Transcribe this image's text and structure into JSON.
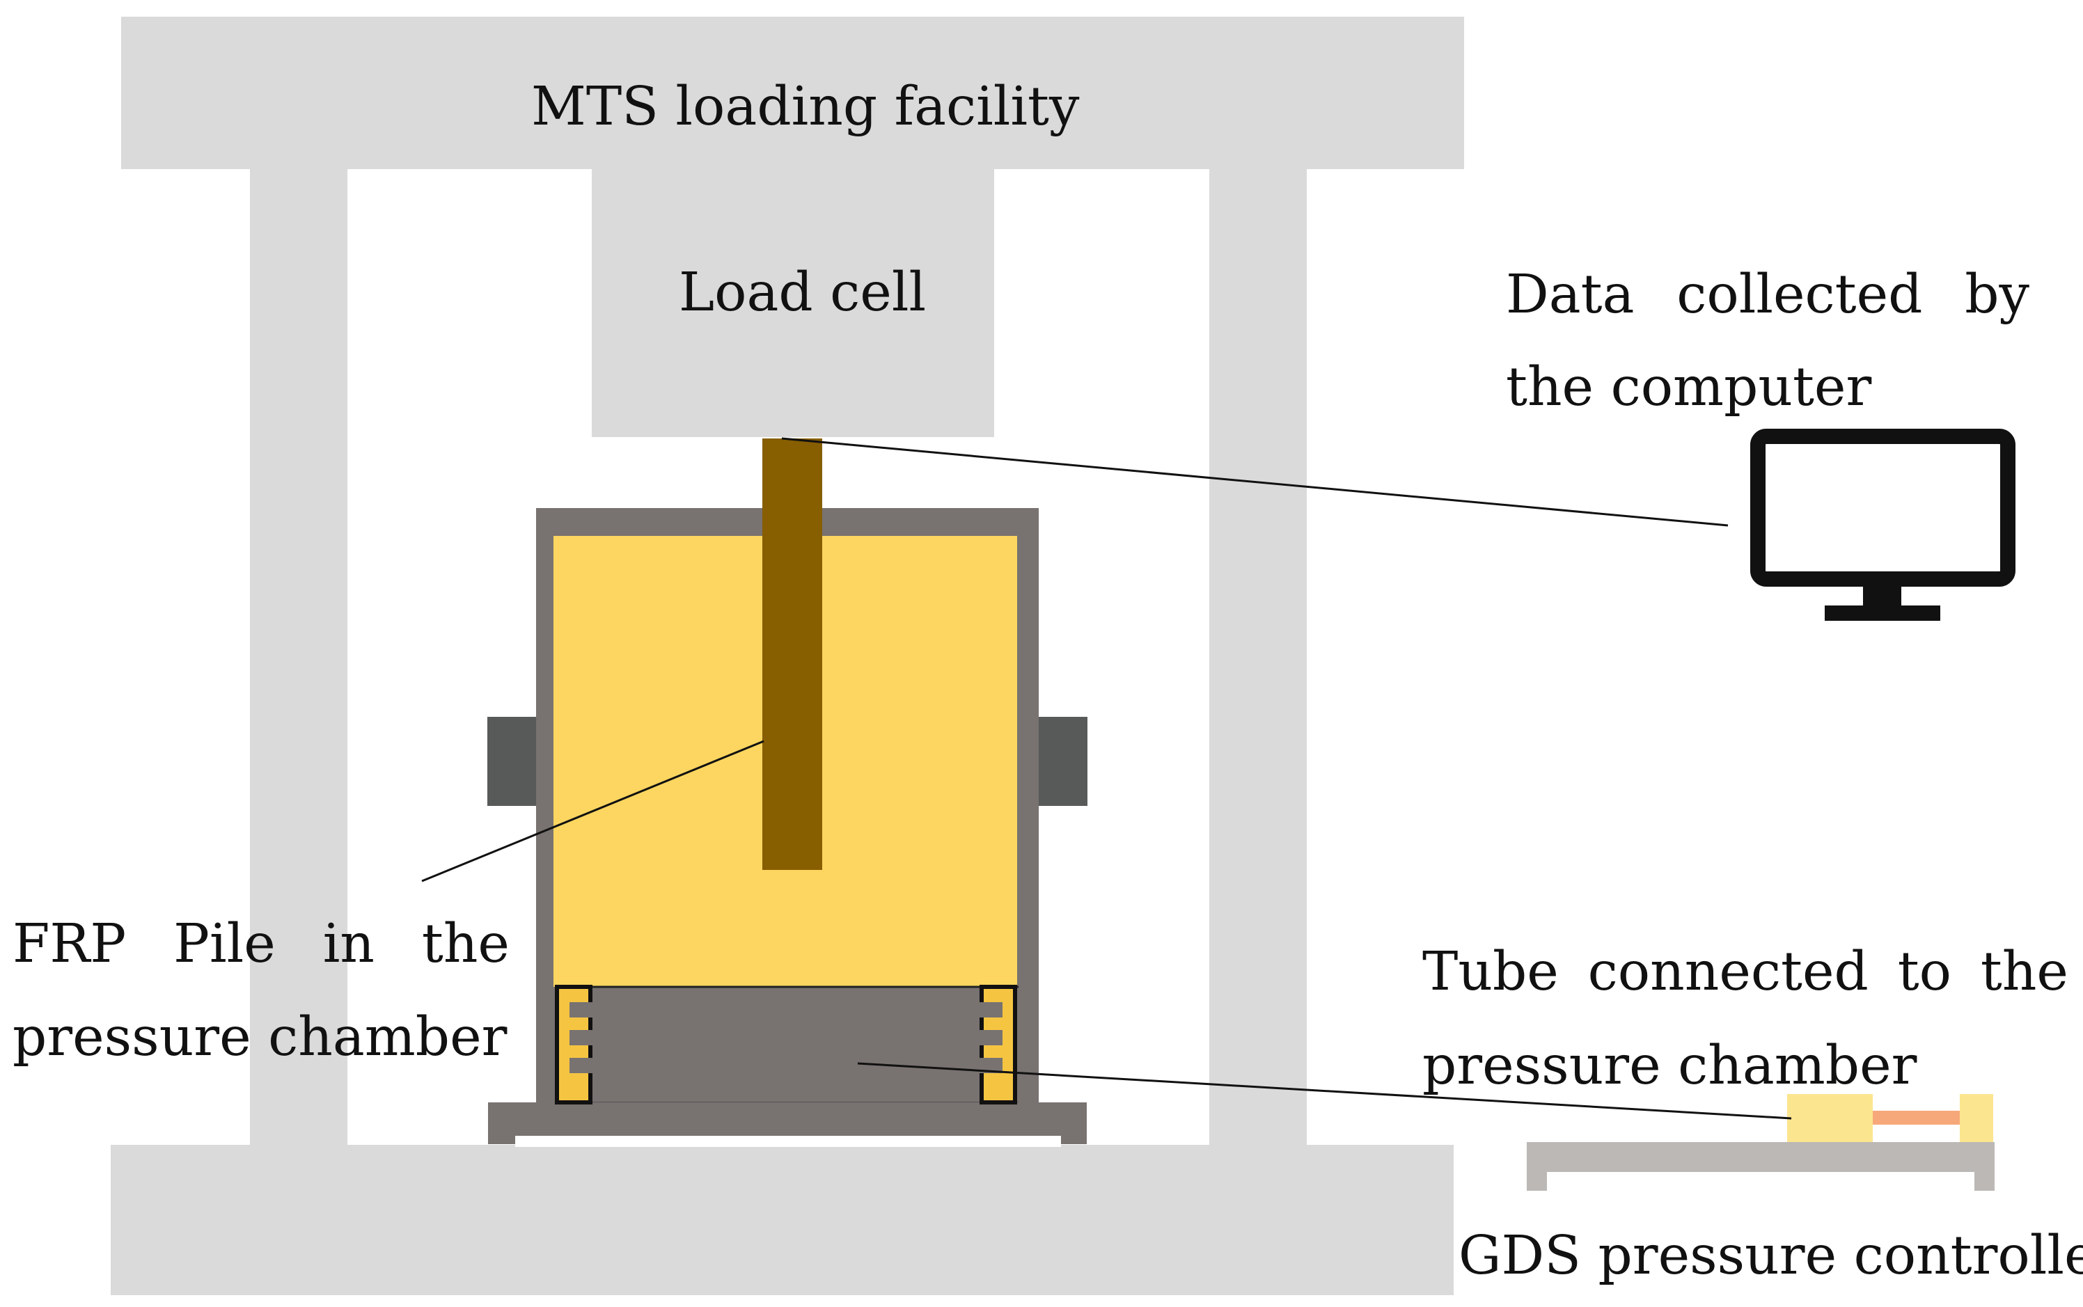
{
  "labels": {
    "mts": "MTS loading facility",
    "load_cell": "Load cell",
    "data_line1": "Data collected by",
    "data_line2": "the computer",
    "frp_line1": "FRP Pile in the",
    "frp_line2": "pressure chamber",
    "tube_line1": "Tube connected to the",
    "tube_line2": "pressure chamber",
    "gds": "GDS pressure controller"
  },
  "icons": {
    "monitor": "computer-monitor-icon"
  },
  "colors": {
    "frame": "#dadada",
    "chamber_wall": "#787270",
    "chamber_side_block": "#585a59",
    "soil": "#fcd660",
    "pile": "#875e00",
    "valve_yellow": "#f5c542",
    "controller_body": "#fce58f",
    "controller_tube": "#f7a87a",
    "controller_base": "#bcb8b6",
    "lines": "#111111",
    "monitor": "#111111"
  }
}
